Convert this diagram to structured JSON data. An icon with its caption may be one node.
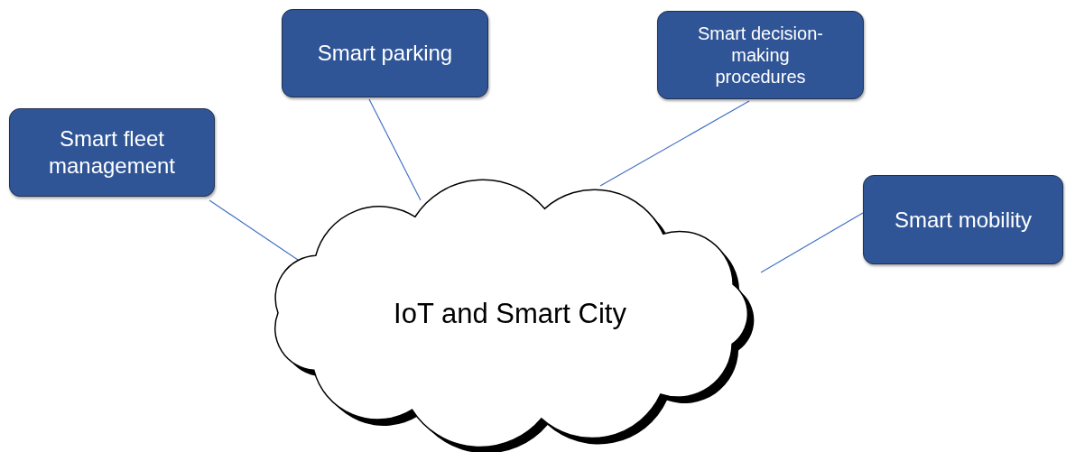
{
  "diagram": {
    "nodes": [
      {
        "text": [
          "Smart parking"
        ]
      },
      {
        "text": [
          "Smart decision-making procedures"
        ]
      },
      {
        "text": [
          "Smart fleet management"
        ]
      },
      {
        "text": [
          "Smart mobility"
        ]
      },
      {
        "text": [
          "IoT and Smart City"
        ]
      }
    ],
    "edges": [
      {
        "from": 2,
        "to": 4,
        "arrow": "none"
      },
      {
        "from": 0,
        "to": 4,
        "arrow": "none"
      },
      {
        "from": 1,
        "to": 4,
        "arrow": "none"
      },
      {
        "from": 3,
        "to": 4,
        "arrow": "none"
      }
    ]
  }
}
